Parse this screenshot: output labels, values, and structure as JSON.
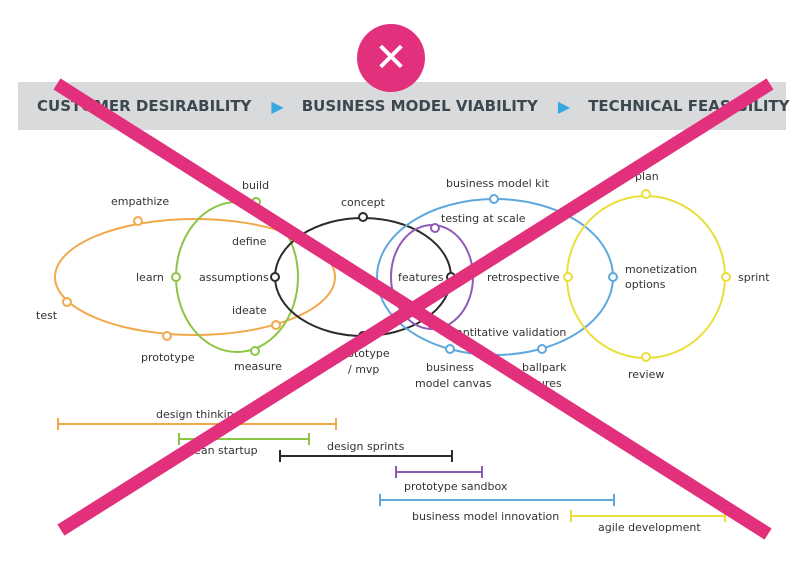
{
  "close_icon": "x-mark",
  "accent_color": "#e2307c",
  "banner": {
    "step1": "CUSTOMER DESIRABILITY",
    "step2": "BUSINESS MODEL VIABILITY",
    "step3": "TECHNICAL FEASIBILITY",
    "arrow_color": "#34a8e0"
  },
  "colors": {
    "design_thinking": "#f2a84a",
    "lean_startup": "#8cc543",
    "design_sprints": "#2b2b2b",
    "prototype_sandbox": "#8e5bb5",
    "business_model_innovation": "#5ea8dc",
    "agile_development": "#eadf3a"
  },
  "labels": {
    "empathize": "empathize",
    "learn": "learn",
    "test": "test",
    "prototype": "prototype",
    "build": "build",
    "define": "define",
    "assumptions": "assumptions",
    "ideate": "ideate",
    "measure": "measure",
    "concept": "concept",
    "prototype_mvp_1": "prototype",
    "prototype_mvp_2": "/ mvp",
    "business_model_kit": "business model kit",
    "testing_at_scale": "testing at scale",
    "features": "features",
    "retrospective": "retrospective",
    "quantitative_validation": "quantitative validation",
    "business_model_canvas_1": "business",
    "business_model_canvas_2": "model canvas",
    "ballpark_figures_1": "ballpark",
    "ballpark_figures_2": "figures",
    "plan": "plan",
    "monetization_1": "monetization",
    "monetization_2": "options",
    "sprint": "sprint",
    "review": "review"
  },
  "ranges": {
    "design_thinking": "design thinking",
    "lean_startup": "lean startup",
    "design_sprints": "design sprints",
    "prototype_sandbox": "prototype sandbox",
    "business_model_innovation": "business model innovation",
    "agile_development": "agile development"
  }
}
